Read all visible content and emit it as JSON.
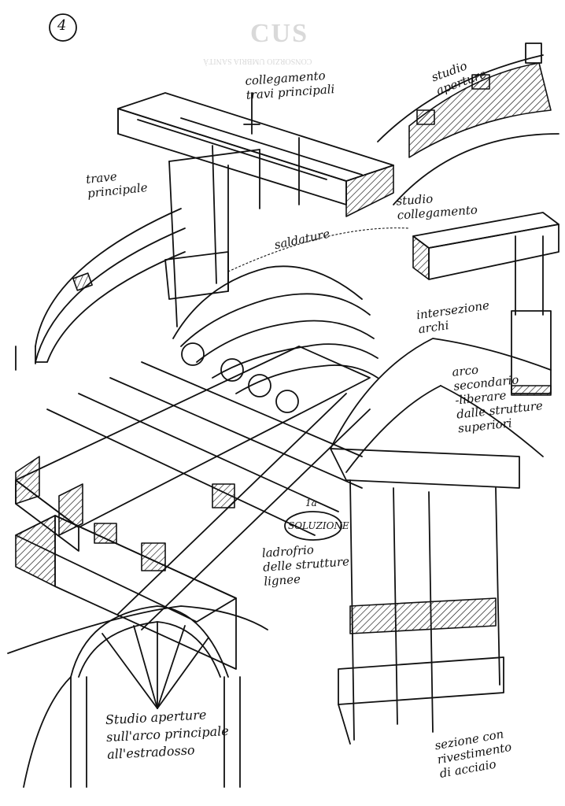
{
  "page_number": "4",
  "letterhead": {
    "logo": "CUS",
    "line": "CONSORZIO UMBRIA SANITÀ"
  },
  "annotations": {
    "collegamento_travi": "collegamento\ntravi principali",
    "studio_aperture_top": "studio\naperture",
    "trave_principale": "trave\nprincipale",
    "studio_collegamento": "studio\ncollegamento",
    "saldature": "saldature",
    "intersezione_archi": "intersezione\narchi",
    "arco_secondario": "arco\nsecondario\n-liberare\ndalle strutture\nsuperiori",
    "soluzione_num": "1a",
    "soluzione": "SOLUZIONE",
    "soluzione_desc": "ladrofrio\ndelle strutture\nlignee",
    "studio_aperture_bottom": "Studio aperture\nsull'arco principale\nall'estradosso",
    "sezione": "sezione con\nrivestimento\ndi acciaio"
  }
}
